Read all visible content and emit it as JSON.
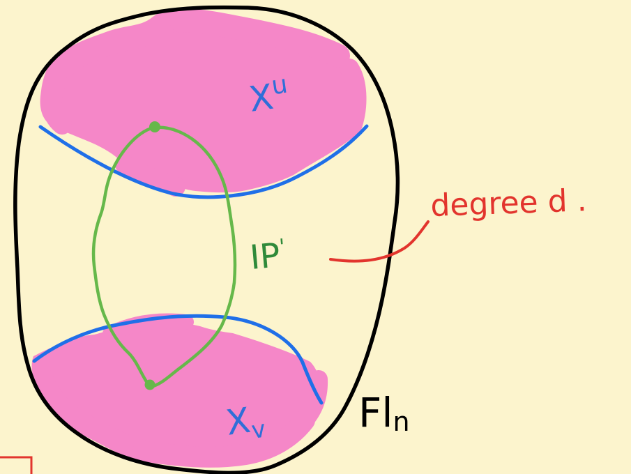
{
  "labels": {
    "x_upper": {
      "base": "X",
      "sup": "u"
    },
    "p1": {
      "base": "IP",
      "sup": "'"
    },
    "x_lower": {
      "base": "X",
      "sub": "v"
    },
    "flag": "Fl",
    "flag_sub": "n",
    "degree": "degree d ."
  },
  "colors": {
    "background": "#fcf4cd",
    "outline": "#000000",
    "pink_region": "#f587c8",
    "blue_curve": "#1f6fe8",
    "green_curve": "#66b84a",
    "green_text": "#2f8a3a",
    "red_text": "#e2342d",
    "blue_text": "#2f6fd8"
  }
}
